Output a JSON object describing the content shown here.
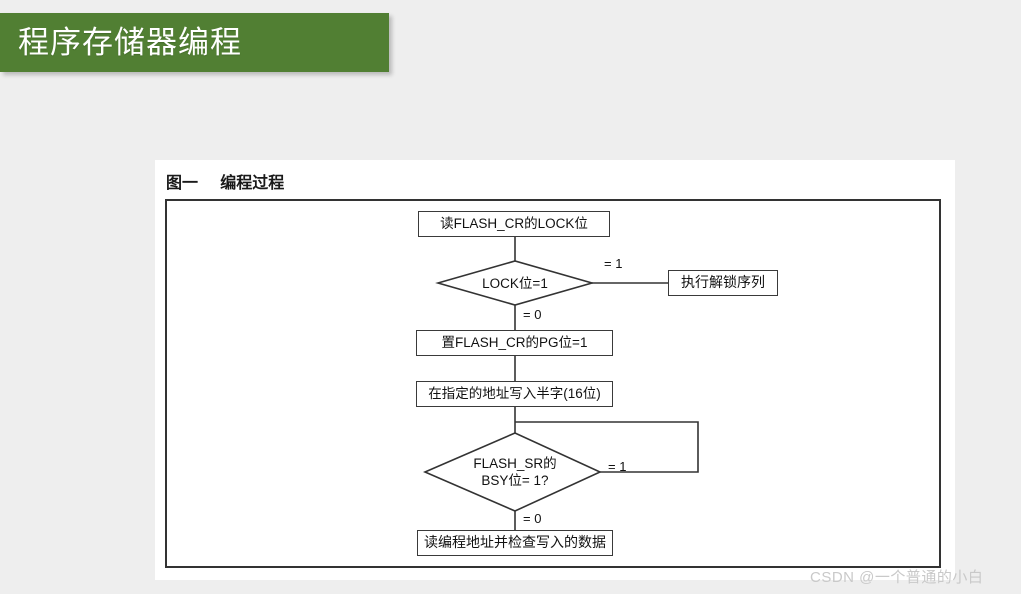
{
  "slide": {
    "title": "程序存储器编程",
    "background_color": "#eeeeee",
    "banner_color": "#517f33",
    "title_color": "#ffffff"
  },
  "figure": {
    "caption": "图一    编程过程",
    "frame_border_color": "#333333"
  },
  "flowchart": {
    "nodes": [
      {
        "id": "read-lock",
        "type": "process",
        "text": "读FLASH_CR的LOCK位"
      },
      {
        "id": "lock-decision",
        "type": "decision",
        "text": "LOCK位=1"
      },
      {
        "id": "unlock-seq",
        "type": "process",
        "text": "执行解锁序列"
      },
      {
        "id": "set-pg",
        "type": "process",
        "text": "置FLASH_CR的PG位=1"
      },
      {
        "id": "write-halfword",
        "type": "process",
        "text": "在指定的地址写入半字(16位)"
      },
      {
        "id": "bsy-decision",
        "type": "decision",
        "text": "FLASH_SR的\nBSY位= 1?"
      },
      {
        "id": "verify-data",
        "type": "process",
        "text": "读编程地址并检查写入的数据"
      }
    ],
    "edge_labels": [
      {
        "id": "lock-yes",
        "text": "= 1"
      },
      {
        "id": "lock-no",
        "text": "= 0"
      },
      {
        "id": "bsy-yes",
        "text": "= 1"
      },
      {
        "id": "bsy-no",
        "text": "= 0"
      }
    ]
  },
  "watermark": {
    "text": "CSDN @一个普通的小白"
  }
}
